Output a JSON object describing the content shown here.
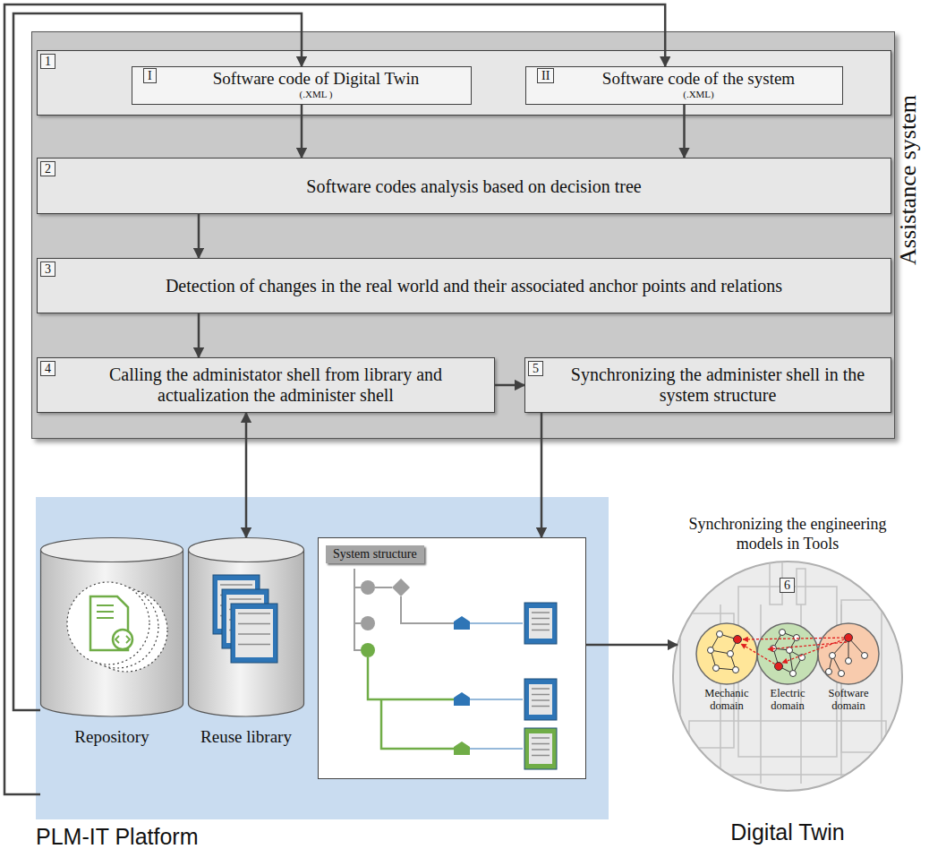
{
  "diagram": {
    "nodes": [
      {
        "text": [
          "Assistance system"
        ]
      },
      {
        "text": [
          "1"
        ],
        "in": 0
      },
      {
        "text": [
          "I",
          "Software code of Digital Twin",
          "(.XML )"
        ],
        "in": 1
      },
      {
        "text": [
          "II",
          "Software code of the system",
          "(.XML)"
        ],
        "in": 1
      },
      {
        "text": [
          "2",
          "Software codes analysis based on decision tree"
        ],
        "in": 0
      },
      {
        "text": [
          "3",
          "Detection of changes in the real world and their associated anchor points and relations"
        ],
        "in": 0
      },
      {
        "text": [
          "4",
          "Calling the administator shell from library and actualization the administer shell"
        ],
        "in": 0
      },
      {
        "text": [
          "5",
          "Synchronizing the administer shell in the system structure"
        ],
        "in": 0
      },
      {
        "text": [
          "PLM-IT Platform"
        ]
      },
      {
        "text": [
          "Repository"
        ],
        "in": 8
      },
      {
        "text": [
          "Reuse library"
        ],
        "in": 8
      },
      {
        "text": [
          "System structure"
        ],
        "in": 8
      },
      {
        "text": [
          "Synchronizing the engineering models in Tools",
          "6",
          "Digital Twin"
        ]
      },
      {
        "text": [
          "Mechanic domain"
        ],
        "in": 12
      },
      {
        "text": [
          "Electric domain"
        ],
        "in": 12
      },
      {
        "text": [
          "Software domain"
        ],
        "in": 12
      }
    ],
    "edges": [
      {
        "from": 9,
        "to": 2,
        "arrow": "to"
      },
      {
        "from": 9,
        "to": 3,
        "arrow": "to"
      },
      {
        "from": 2,
        "to": 4,
        "arrow": "to"
      },
      {
        "from": 3,
        "to": 4,
        "arrow": "to"
      },
      {
        "from": 4,
        "to": 5,
        "arrow": "to"
      },
      {
        "from": 5,
        "to": 6,
        "arrow": "to"
      },
      {
        "from": 6,
        "to": 7,
        "arrow": "to"
      },
      {
        "from": 6,
        "to": 10,
        "arrow": "both"
      },
      {
        "from": 7,
        "to": 11,
        "arrow": "to"
      },
      {
        "from": 11,
        "to": 12,
        "arrow": "to"
      }
    ]
  }
}
